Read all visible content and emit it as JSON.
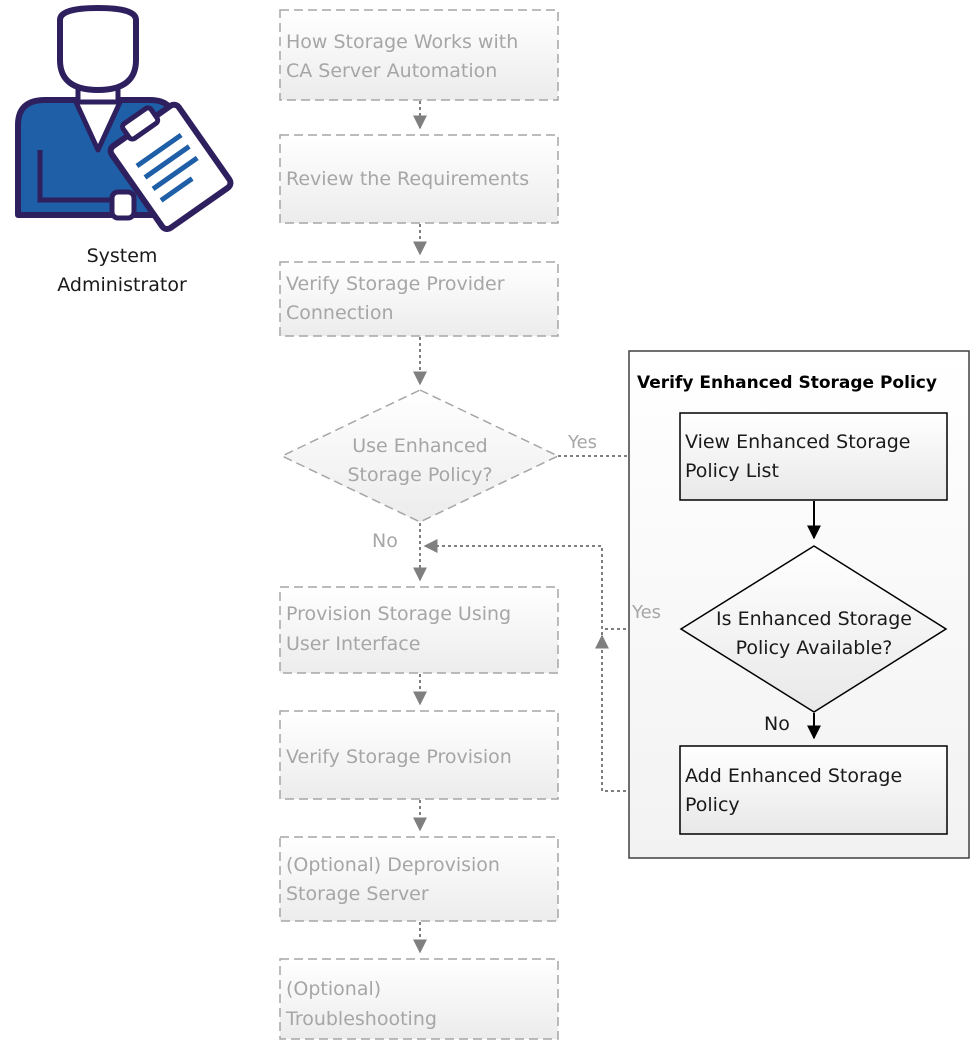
{
  "actor": {
    "icon": "system-administrator-icon",
    "label_line1": "System",
    "label_line2": "Administrator"
  },
  "steps": [
    {
      "line1": "How Storage Works with",
      "line2": "CA Server Automation"
    },
    {
      "line1": "Review the Requirements",
      "line2": ""
    },
    {
      "line1": "Verify Storage Provider",
      "line2": "Connection"
    },
    {
      "line1": "Provision Storage Using",
      "line2": "User Interface"
    },
    {
      "line1": "Verify Storage Provision",
      "line2": ""
    },
    {
      "line1": "(Optional) Deprovision",
      "line2": "Storage Server"
    },
    {
      "line1": "(Optional)",
      "line2": "Troubleshooting"
    }
  ],
  "decision": {
    "line1": "Use Enhanced",
    "line2": "Storage Policy?",
    "yes_label": "Yes",
    "no_label": "No"
  },
  "subprocess": {
    "title": "Verify Enhanced Storage Policy",
    "view_line1": "View Enhanced Storage",
    "view_line2": "Policy List",
    "decision_line1": "Is Enhanced Storage",
    "decision_line2": "Policy Available?",
    "yes_label": "Yes",
    "no_label": "No",
    "add_line1": "Add Enhanced Storage",
    "add_line2": "Policy"
  },
  "colors": {
    "inactive_fill": "#f2f2f2",
    "inactive_stroke": "#a6a6a6",
    "active_stroke": "#000000",
    "icon_navy": "#2e1f5e",
    "icon_blue": "#1f5fa8"
  }
}
